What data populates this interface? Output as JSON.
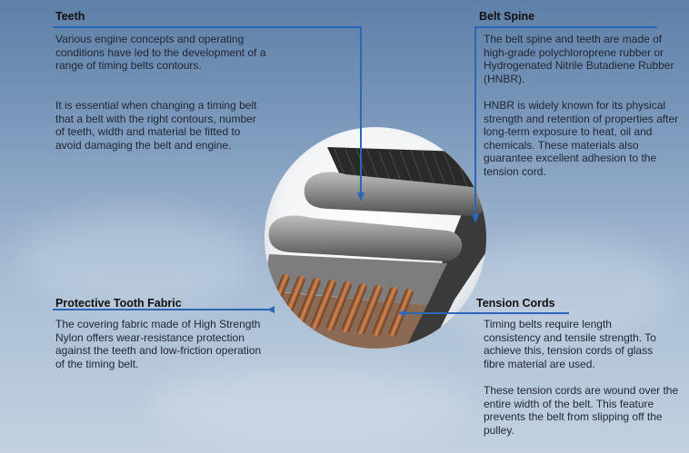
{
  "sections": {
    "teeth": {
      "title": "Teeth",
      "p1": "Various engine concepts and operating conditions have led to the development of a range of timing belts contours.",
      "p2": "It is essential when changing a timing belt that a belt with the right contours, number of teeth, width and material be fitted to avoid damaging the belt and engine."
    },
    "belt_spine": {
      "title": "Belt Spine",
      "p1": "The belt spine and teeth are made of high-grade polychloroprene rubber or Hydrogenated Nitrile Butadiene Rubber (HNBR).",
      "p2": "HNBR is widely known for its physical strength and retention of properties after long-term exposure to heat, oil and chemicals. These materials also guarantee excellent adhesion to the tension cord."
    },
    "protective_fabric": {
      "title": "Protective Tooth Fabric",
      "p1": "The covering fabric made of High Strength Nylon offers wear-resistance protection against the teeth and low-friction operation of the timing belt."
    },
    "tension_cords": {
      "title": "Tension Cords",
      "p1": "Timing belts require length consistency and tensile strength. To achieve this, tension cords of glass fibre material are used.",
      "p2": "These tension cords are wound over the entire width of the belt. This feature  prevents the belt from slipping off the pulley."
    }
  },
  "colors": {
    "leader_line": "#2c66b8",
    "rubber": "#8c8c8c",
    "cord": "#b06a3c"
  }
}
